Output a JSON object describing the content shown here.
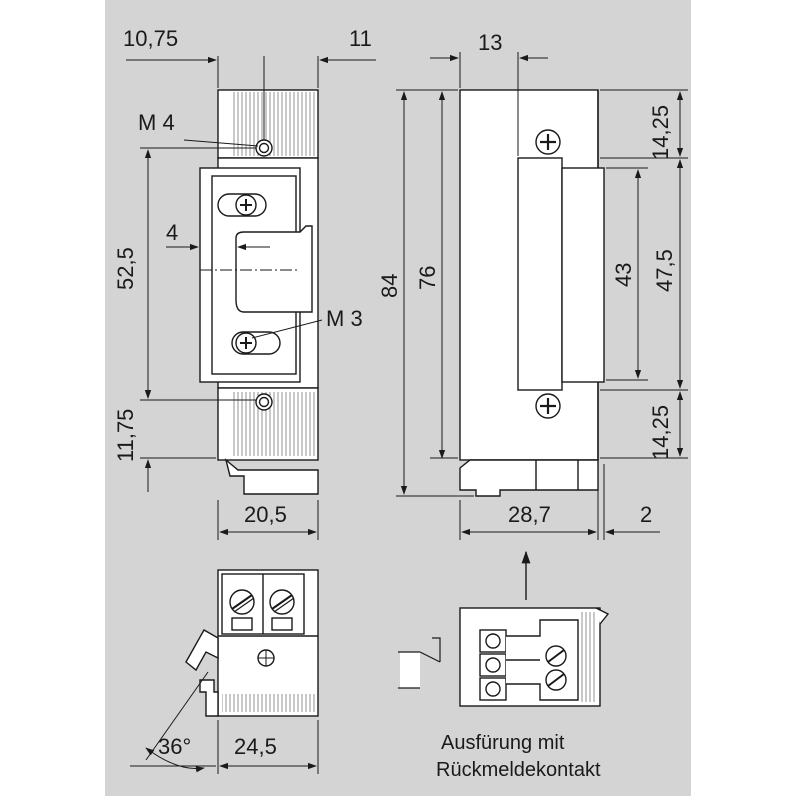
{
  "colors": {
    "background": "#d4d4d4",
    "outline": "#1a1a1a",
    "part_fill": "#ffffff",
    "hatch": "#555555"
  },
  "left_view": {
    "dim_top_left": "10,75",
    "dim_top_right": "11",
    "label_m4": "M 4",
    "dim_height_a": "52,5",
    "dim_offset": "4",
    "label_m3": "M 3",
    "dim_height_b": "11,75",
    "dim_width": "20,5"
  },
  "right_view": {
    "dim_top": "13",
    "dim_total_height": "84",
    "dim_inner_height": "76",
    "dim_top_right": "14,25",
    "dim_mid_a": "43",
    "dim_mid_b": "47,5",
    "dim_bottom_right": "14,25",
    "dim_width": "28,7",
    "dim_gap": "2"
  },
  "bottom_view": {
    "dim_angle": "36°",
    "dim_width": "24,5"
  },
  "variant": {
    "caption_line1": "Ausfürung mit",
    "caption_line2": "Rückmeldekontakt"
  }
}
